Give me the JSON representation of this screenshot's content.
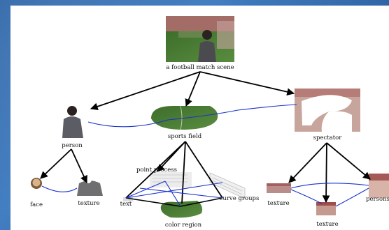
{
  "diagram": {
    "nodes": {
      "root": "a football match scene",
      "person": "person",
      "sports_field": "sports field",
      "spectator": "spectator",
      "face": "face",
      "person_texture": "texture",
      "point_process": "point process",
      "text": "text",
      "curve_groups": "curve groups",
      "color_region": "color region",
      "spec_texture_left": "texture",
      "spec_texture_bottom": "texture",
      "persons": "persons"
    },
    "colors": {
      "hierarchy_edge": "#000000",
      "relation_edge": "#1a33cc",
      "background": "#3170b3"
    }
  }
}
